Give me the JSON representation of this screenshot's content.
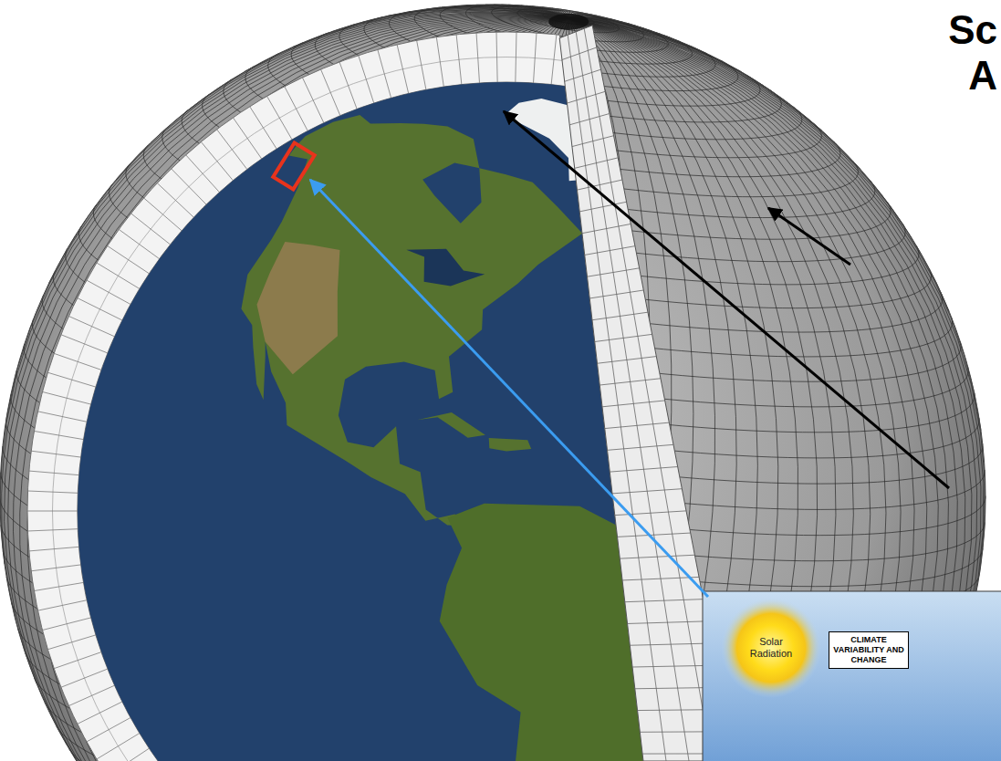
{
  "diagram": {
    "title": "Sc A",
    "nodes": [
      {
        "text": [
          "Solar Radiation"
        ]
      },
      {
        "text": [
          "CLIMATE VARIABILITY AND CHANGE"
        ]
      }
    ]
  }
}
